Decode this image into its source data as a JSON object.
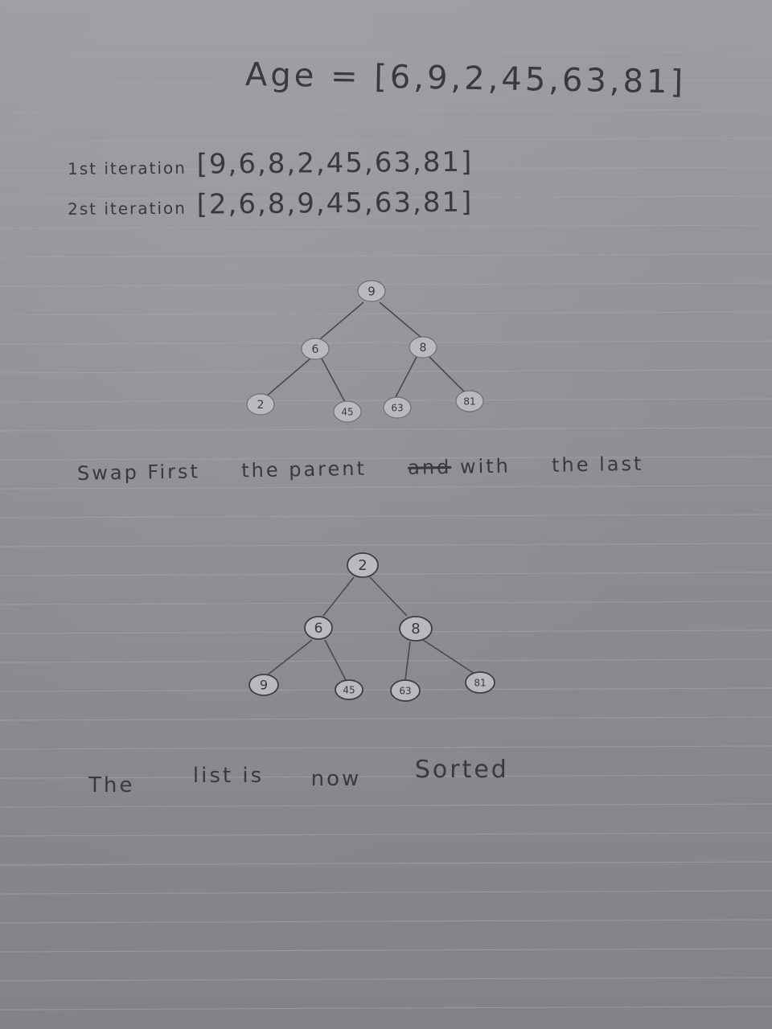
{
  "heading": {
    "label": "Age",
    "equals": "=",
    "list": "[6,9,2,45,63,81]"
  },
  "iterations": [
    {
      "label": "1st iteration",
      "list": "[9,6,8,2,45,63,81]"
    },
    {
      "label": "2st iteration",
      "list": "[2,6,8,9,45,63,81]"
    }
  ],
  "tree1": {
    "nodes": [
      "9",
      "6",
      "8",
      "2",
      "45",
      "63",
      "81"
    ]
  },
  "note": {
    "swap": "Swap First",
    "parent": "the parent",
    "struck": "and",
    "with": "with",
    "last": "the last"
  },
  "tree2": {
    "nodes": [
      "2",
      "6",
      "8",
      "9",
      "45",
      "63",
      "81"
    ]
  },
  "conclusion": {
    "the": "The",
    "list_is": "list is",
    "now": "now",
    "sorted": "Sorted"
  },
  "colors": {
    "paper": "#8c8c91",
    "ink": "#3a3a3d",
    "rule_line": "#9fa0a6"
  }
}
